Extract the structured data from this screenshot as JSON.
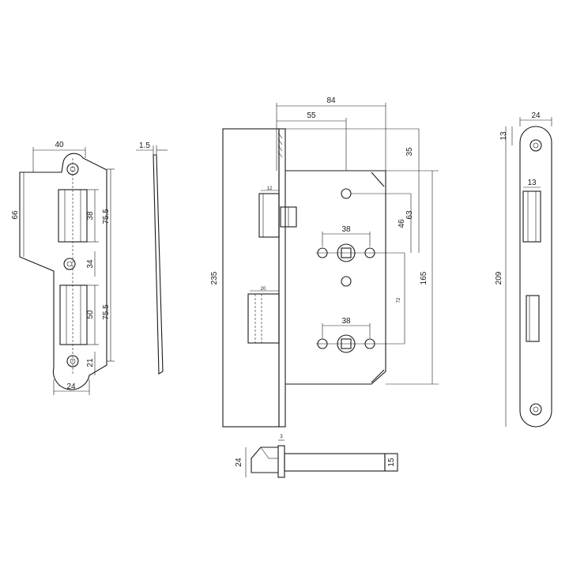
{
  "strike_plate": {
    "width_top": "40",
    "height_left": "66",
    "slot_upper": "38",
    "pitch_upper": "75.5",
    "gap": "34",
    "slot_lower": "50",
    "pitch_lower": "75.5",
    "bottom_offset": "21",
    "width_bottom": "24"
  },
  "plate_side": {
    "thickness": "1.5"
  },
  "lock_body": {
    "depth_total": "84",
    "backset": "55",
    "height_total": "235",
    "top_offset": "35",
    "follower_to_cylinder": "63",
    "latch_offset": "46",
    "case_height": "165",
    "latch_width": "12",
    "deadbolt_width": "20",
    "hole_spacing_upper": "38",
    "hole_spacing_lower": "38",
    "center_distance": "72"
  },
  "latch_side": {
    "flange": "3",
    "height": "24",
    "bolt": "15"
  },
  "faceplate": {
    "width": "24",
    "top_offset": "13",
    "slot_width": "13",
    "height": "209"
  }
}
